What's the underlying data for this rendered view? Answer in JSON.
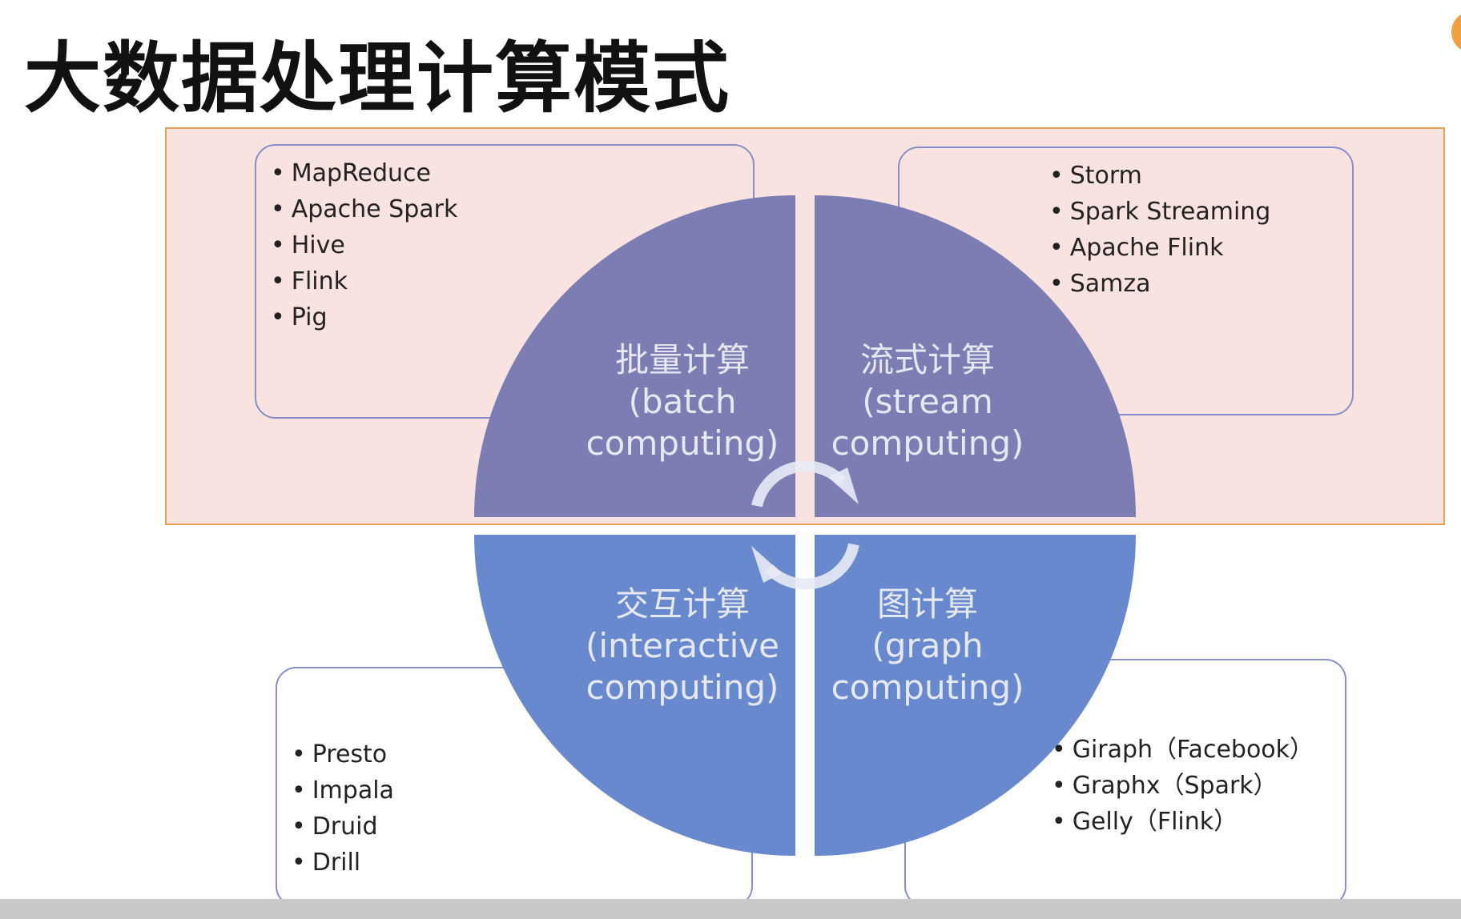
{
  "title": "大数据处理计算模式",
  "quadrants": {
    "batch": {
      "title": "批量计算",
      "subtitle_lines": [
        "(batch",
        "computing)"
      ],
      "items": [
        "MapReduce",
        "Apache Spark",
        "Hive",
        "Flink",
        "Pig"
      ]
    },
    "stream": {
      "title": "流式计算",
      "subtitle_lines": [
        "(stream",
        "computing)"
      ],
      "items": [
        "Storm",
        "Spark Streaming",
        "Apache Flink",
        "Samza"
      ]
    },
    "interactive": {
      "title": "交互计算",
      "subtitle_lines": [
        "(interactive",
        "computing)"
      ],
      "items": [
        "Presto",
        "Impala",
        "Druid",
        "Drill"
      ]
    },
    "graph": {
      "title": "图计算",
      "subtitle_lines": [
        "(graph",
        "computing)"
      ],
      "items": [
        "Giraph（Facebook）",
        "Graphx（Spark）",
        "Gelly（Flink）"
      ]
    }
  },
  "colors": {
    "top_quadrants": "#7b7db3",
    "bottom_quadrants": "#6889cd",
    "highlight_fill": "#f9e3e1",
    "highlight_border": "#e8a055",
    "box_border": "#8590c8",
    "arrow": "#e9ebf5"
  },
  "icons": [
    "cycle-arrow-icon"
  ]
}
